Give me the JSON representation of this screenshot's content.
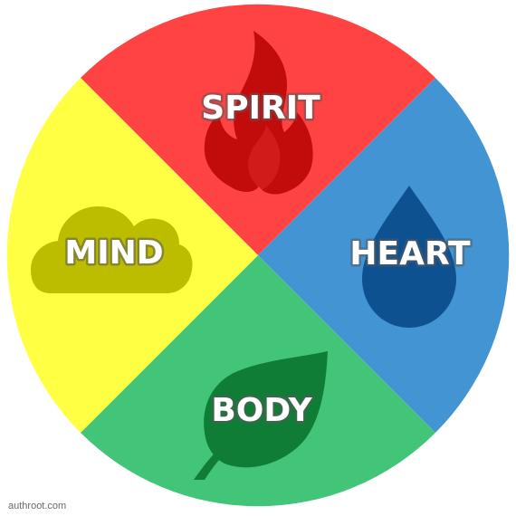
{
  "quadrants": {
    "top": {
      "label": "SPIRIT",
      "color": "#ff4343",
      "icon": "flame-icon",
      "icon_color": "#c20c0c"
    },
    "right": {
      "label": "HEART",
      "color": "#4394d2",
      "icon": "water-drop-icon",
      "icon_color": "#0e5191"
    },
    "bottom": {
      "label": "BODY",
      "color": "#43c579",
      "icon": "leaf-icon",
      "icon_color": "#0f7d36"
    },
    "left": {
      "label": "MIND",
      "color": "#ffff43",
      "icon": "cloud-icon",
      "icon_color": "#bdbd00"
    }
  },
  "watermark": "authroot.com"
}
